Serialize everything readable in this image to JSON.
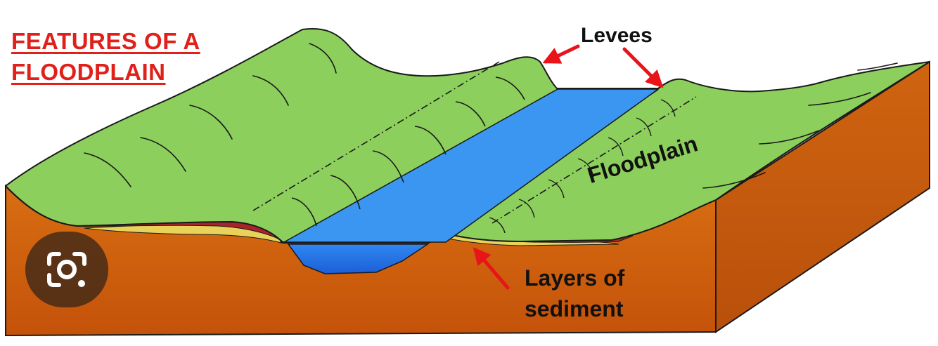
{
  "diagram": {
    "title_lines": [
      "FEATURES OF A",
      "FLOODPLAIN"
    ],
    "labels": {
      "levees": "Levees",
      "floodplain": "Floodplain",
      "layers_line1": "Layers of",
      "layers_line2": "sediment"
    }
  },
  "colors": {
    "grass": "#8ccf5c",
    "soil": "#d4690f",
    "water": "#3a96f0",
    "sediment_red": "#a8242a",
    "sediment_yellow": "#e8d25a",
    "title_red": "#e0201a",
    "arrow_red": "#e8141a"
  },
  "overlay": {
    "icon": "visual-search-lens-icon"
  }
}
